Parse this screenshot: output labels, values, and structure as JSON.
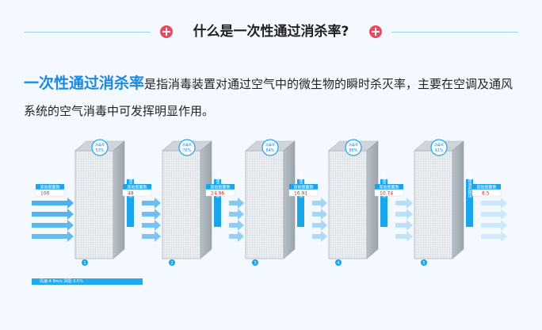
{
  "header": {
    "title": "什么是一次性通过消杀率?"
  },
  "intro": {
    "highlight": "一次性通过消杀率",
    "body": "是指消毒装置对通过空气中的微生物的瞬时杀灭率，主要在空调及通风系统的空气消毒中可发挥明显作用。"
  },
  "colors": {
    "accent": "#1a8ae0",
    "plus": "#e84a5f",
    "line": "#9fd0ee",
    "arrow": "#3aa9ea"
  },
  "stages": [
    {
      "badge_title": "消毒率",
      "badge_value": "53%",
      "input_label": "原始细菌数",
      "input_value": "100",
      "side_label": "光触媒消杀模块",
      "index": "1"
    },
    {
      "badge_title": "消毒率",
      "badge_value": "76%",
      "input_label": "原始细菌数",
      "input_value": "48",
      "side_label": "光触媒消杀模块",
      "index": "2"
    },
    {
      "badge_title": "消毒率",
      "badge_value": "84%",
      "input_label": "原始细菌数",
      "input_value": "24.96",
      "side_label": "光触媒消杀模块",
      "index": "3"
    },
    {
      "badge_title": "消毒率",
      "badge_value": "88%",
      "input_label": "原始细菌数",
      "input_value": "16.91",
      "side_label": "光触媒消杀模块",
      "index": "4"
    },
    {
      "badge_title": "消毒率",
      "badge_value": "91%",
      "input_label": "原始细菌数",
      "input_value": "10.74",
      "side_label": "光触媒消杀模块",
      "index": "5"
    }
  ],
  "final": {
    "label": "原始细菌数",
    "value": "8.5"
  },
  "legend": {
    "text": "风速:4.9m/s  风阻:3-5%"
  }
}
